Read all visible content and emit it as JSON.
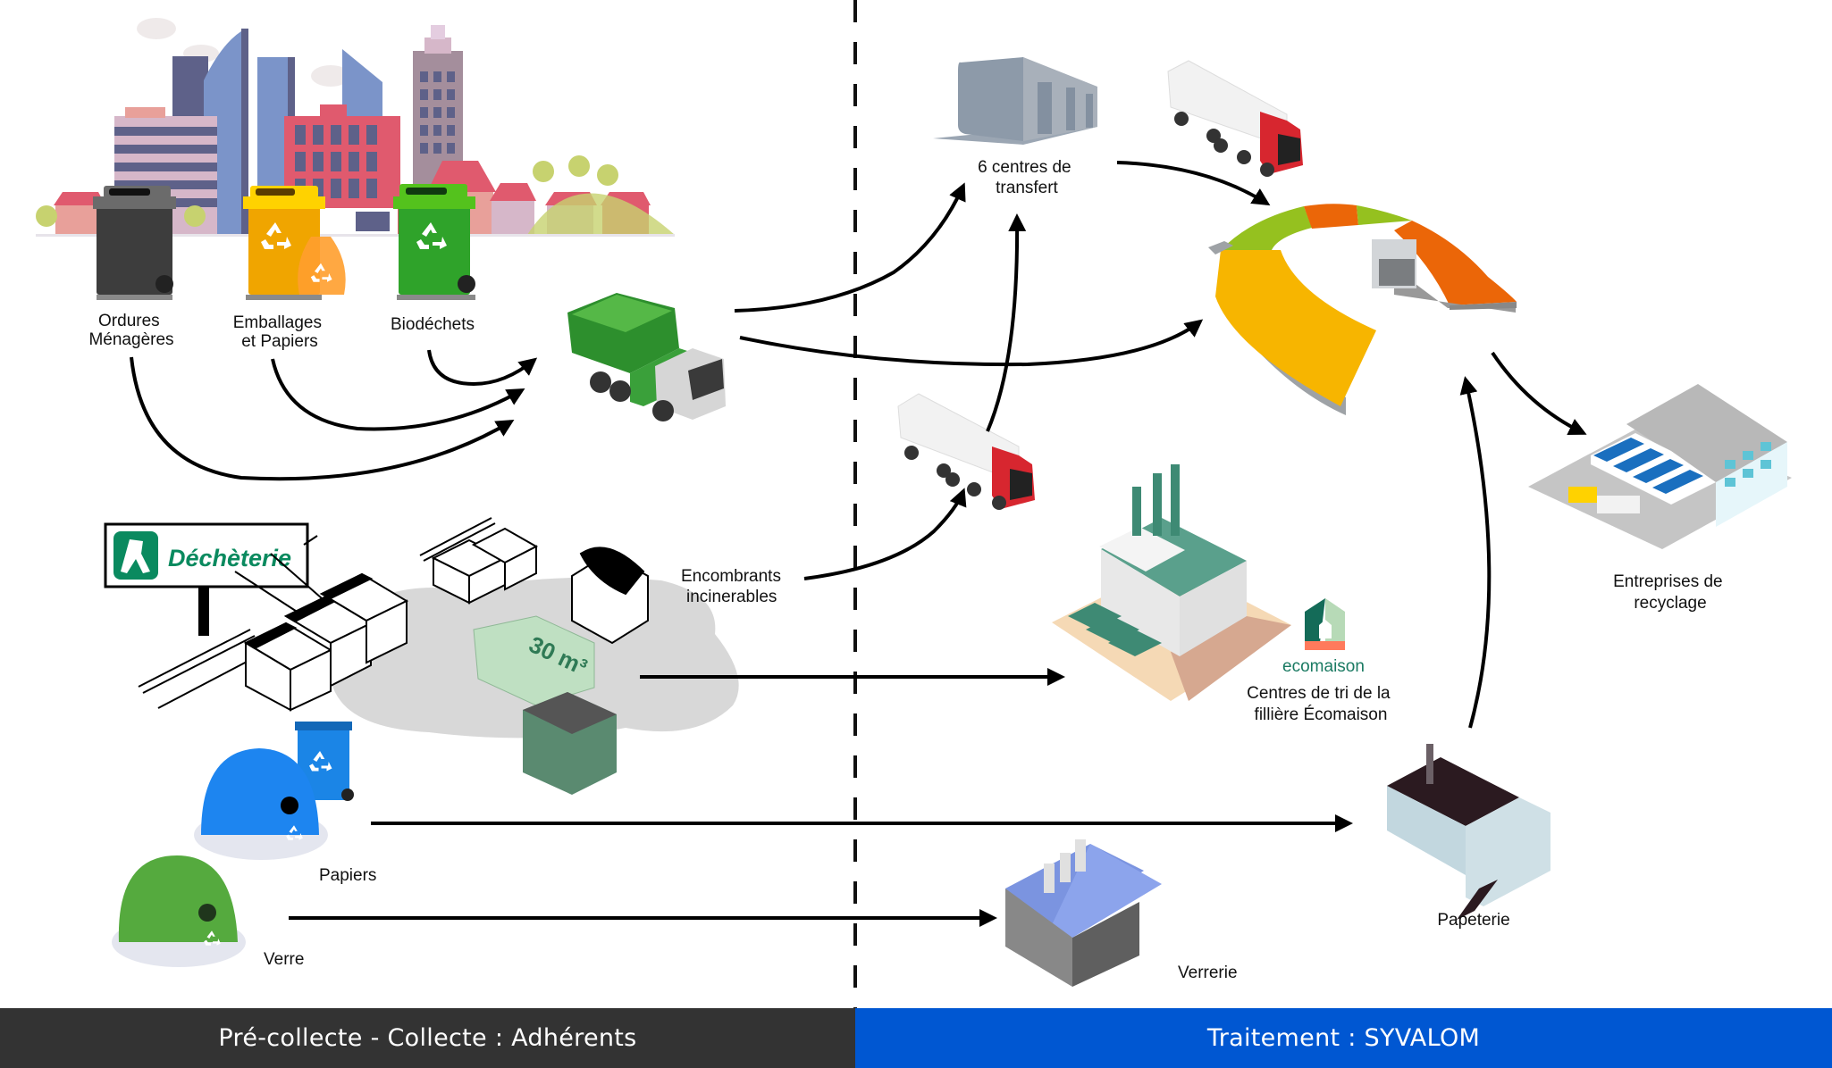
{
  "diagram": {
    "title": "Circuit des déchets : collecte et traitement",
    "colors": {
      "footer_left": "#333333",
      "footer_right": "#0057d2",
      "arrow": "#000000",
      "ecomaison_green": "#1a7a62"
    },
    "collection_bins": [
      {
        "id": "ordures",
        "label_lines": [
          "Ordures",
          "Ménagères"
        ],
        "color": "#3d3d3d"
      },
      {
        "id": "emballages",
        "label_lines": [
          "Emballages",
          "et Papiers"
        ],
        "color": "#f0a500"
      },
      {
        "id": "biodechets",
        "label_lines": [
          "Biodéchets"
        ],
        "color": "#2fa32a"
      }
    ],
    "nodes": {
      "transfer_centres": {
        "label_lines": [
          "6 centres de",
          "transfert"
        ]
      },
      "recycling_companies": {
        "label_lines": [
          "Entreprises de",
          "recyclage"
        ]
      },
      "bulky_waste": {
        "label_lines": [
          "Encombrants",
          "incinerables"
        ]
      },
      "ecomaison_centres": {
        "label_lines": [
          "Centres de tri de la",
          "fillière Écomaison"
        ],
        "logo_text": "ecomaison"
      },
      "dechetterie": {
        "sign_text": "Déchèterie",
        "container_text": "30 m³"
      },
      "papiers": {
        "label": "Papiers"
      },
      "verre": {
        "label": "Verre"
      },
      "verrerie": {
        "label": "Verrerie"
      },
      "papeterie": {
        "label": "Papeterie"
      }
    },
    "edges": [
      {
        "from": "Ordures Ménagères",
        "to": "Camion de collecte"
      },
      {
        "from": "Emballages et Papiers",
        "to": "Camion de collecte"
      },
      {
        "from": "Biodéchets",
        "to": "Camion de collecte"
      },
      {
        "from": "Camion de collecte",
        "to": "6 centres de transfert"
      },
      {
        "from": "Camion de collecte",
        "to": "SYVALOM"
      },
      {
        "from": "6 centres de transfert",
        "to": "SYVALOM"
      },
      {
        "from": "Encombrants incinerables",
        "to": "6 centres de transfert"
      },
      {
        "from": "Déchèterie",
        "to": "Centres de tri de la fillière Écomaison"
      },
      {
        "from": "Papiers",
        "to": "Papeterie"
      },
      {
        "from": "Verre",
        "to": "Verrerie"
      },
      {
        "from": "Papeterie",
        "to": "SYVALOM"
      },
      {
        "from": "SYVALOM",
        "to": "Entreprises de recyclage"
      }
    ]
  },
  "footer": {
    "left_label": "Pré-collecte - Collecte : Adhérents",
    "right_label": "Traitement : SYVALOM"
  }
}
